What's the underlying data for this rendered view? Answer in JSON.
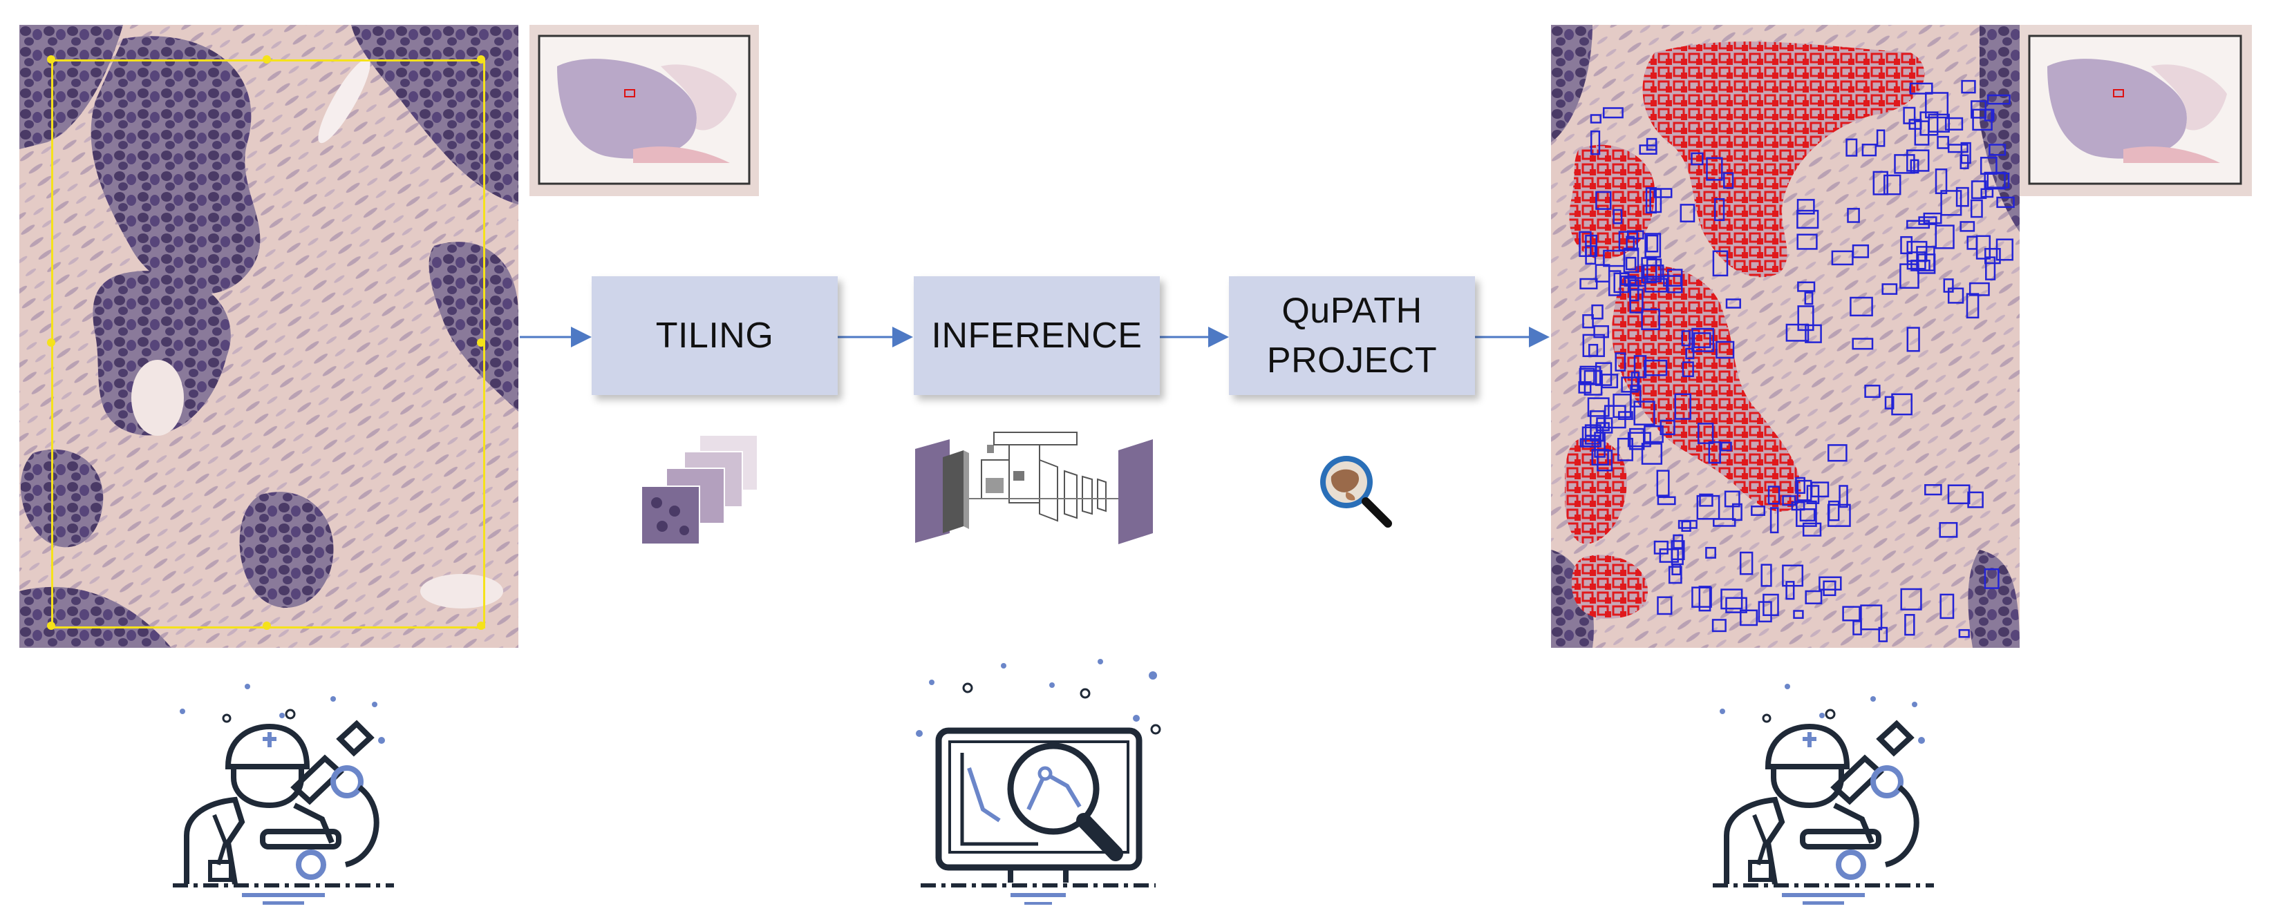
{
  "steps": [
    {
      "id": "tiling",
      "label": "TILING"
    },
    {
      "id": "inference",
      "label": "INFERENCE"
    },
    {
      "id": "qupath",
      "label": "QuPATH\nPROJECT"
    }
  ],
  "colors": {
    "box_fill": "#cfd5ea",
    "arrow": "#4e79c4",
    "roi": "#f5e21b",
    "tissue_bg": "#e6cfcb",
    "nucleus": "#5a4a72",
    "detection_red": "#e0191c",
    "detection_blue": "#2323d6",
    "icon_dark": "#1f2937",
    "icon_accent": "#6b86c9"
  },
  "icons": {
    "input_image": "histology-roi-image",
    "thumbnail": "slide-thumbnail-icon",
    "tiles": "image-tiles-icon",
    "network": "neural-network-icon",
    "qupath": "qupath-logo-icon",
    "output_image": "histology-detections-image",
    "pathologist": "pathologist-microscope-icon",
    "analysis": "monitor-magnifier-icon"
  }
}
